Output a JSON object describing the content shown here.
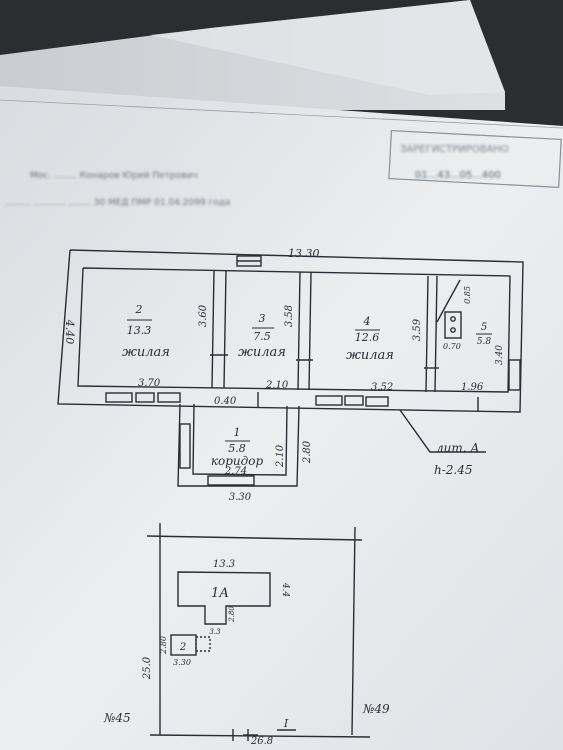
{
  "header_blurred_text": {
    "line1": "Мос. ........ Конаров Юрий Петрович",
    "line2": "......... ........... ........ 30 МЕД ПМР 01.04.2099 года",
    "stamp_text": "ЗАРЕГИСТРИРОВАНО",
    "stamp_number": "01...43...05...400"
  },
  "plan": {
    "overall_width": "13.30",
    "overall_height": "4.40",
    "rooms": [
      {
        "number": "2",
        "area": "13.3",
        "type": "жилая"
      },
      {
        "number": "3",
        "area": "7.5",
        "type": "жилая"
      },
      {
        "number": "4",
        "area": "12.6",
        "type": "жилая"
      },
      {
        "number": "5",
        "area": "5.8",
        "type": ""
      },
      {
        "number": "1",
        "area": "5.8",
        "type": "коридор"
      }
    ],
    "dims": {
      "room2_height": "3.60",
      "room3_height": "3.58",
      "room4_height": "3.59",
      "room5_height": "3.40",
      "room2_width": "3.70",
      "room3_width": "2.10",
      "room4_width": "3.52",
      "room5_width": "1.96",
      "stair_width": "0.85",
      "closet_area": "0.70",
      "door_gap": "0.40",
      "corridor_depth_a": "2.10",
      "corridor_depth_b": "2.80",
      "corridor_inner_width": "2.74",
      "corridor_outer_width": "3.30"
    },
    "leader_label_1": "лит. А",
    "leader_label_2": "h-2.45"
  },
  "site": {
    "top_width": "13.3",
    "building_label": "1А",
    "building_side": "4.4",
    "annex_label": "2",
    "annex_dim_side": "2.80",
    "annex_dim_bottom": "3.30",
    "annex_small_dim": "2.80",
    "small_square_dim": "3.3",
    "left_side": "25.0",
    "bottom_width": "26.8",
    "left_neighbor": "№45",
    "right_neighbor": "№49",
    "road_marker": "I"
  },
  "colors": {
    "background": "#2b2d30",
    "paper": "#e7e9ec",
    "ink": "#2a2d33"
  }
}
